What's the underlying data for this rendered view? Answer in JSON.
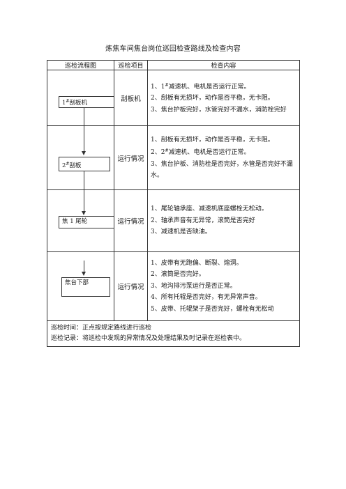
{
  "title": "炼焦车间焦台岗位巡回检查路线及检查内容",
  "headers": [
    "巡检流程图",
    "巡检项目",
    "检查内容"
  ],
  "rows": [
    {
      "flow_box": "1#刮板机",
      "item": "刮板机",
      "content": [
        "1、1#减速机、电机是否运行正常。",
        "2、刮板有无损坏，动作是否平稳，无卡阻。",
        "3、焦台护板完好，水管完好不漏水，消防栓完好"
      ]
    },
    {
      "flow_box": "2#刮板",
      "item": "运行情况",
      "content": [
        "1、刮板有无损坏，动作是否平稳，无卡阻。",
        "2、2#减速机、电机是否运行正常。",
        "3、焦台护板、消防栓是否完好，水管是否完好不漏水。"
      ]
    },
    {
      "flow_box": "焦 1 尾轮",
      "item": "运行情况",
      "content": [
        "1、尾轮轴承座、减速机底座螺栓无松动。",
        "2、轴承声音有无异常，滚筒是否完好",
        "3、减速机是否缺油。"
      ]
    },
    {
      "flow_box": "焦台下部",
      "item": "运行情况",
      "content": [
        "1、皮带有无跑偏、断裂、熔洞。",
        "2、滚筒是否完好。",
        "3、地沟排污泵运行是否正常。",
        "4、所有托辊是否完好，有无异常声音。",
        "5、皮带、托辊架子是否完好，螺栓有无松动"
      ]
    }
  ],
  "footer": {
    "time": "巡检时间：正点按规定路线进行巡检",
    "record": "巡检记录：将巡检中发现的异常情况及处理结果及时记录在巡检表中。"
  }
}
